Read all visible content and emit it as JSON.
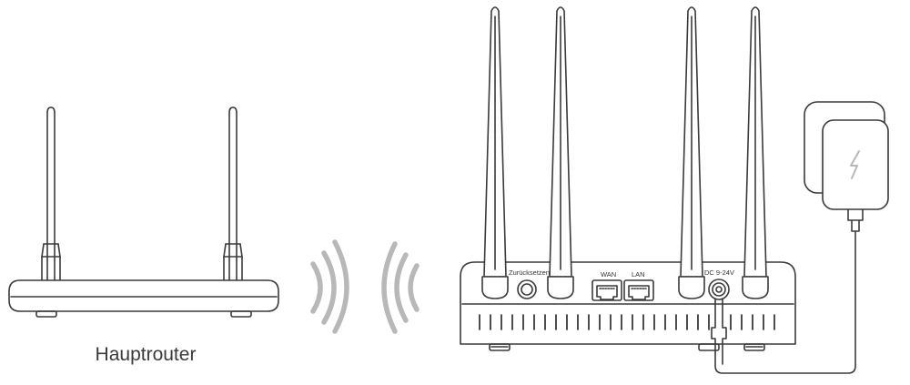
{
  "main_router": {
    "label": "Hauptrouter"
  },
  "extender": {
    "reset_label": "Zurücksetzen",
    "wan_label": "WAN",
    "lan_label": "LAN",
    "power_label": "DC 9-24V"
  },
  "colors": {
    "outline": "#3a3a3a",
    "signal_waves": "#b8b8b8",
    "background": "#ffffff"
  },
  "icons": [
    "signal-waves-icon",
    "lightning-bolt-icon"
  ]
}
